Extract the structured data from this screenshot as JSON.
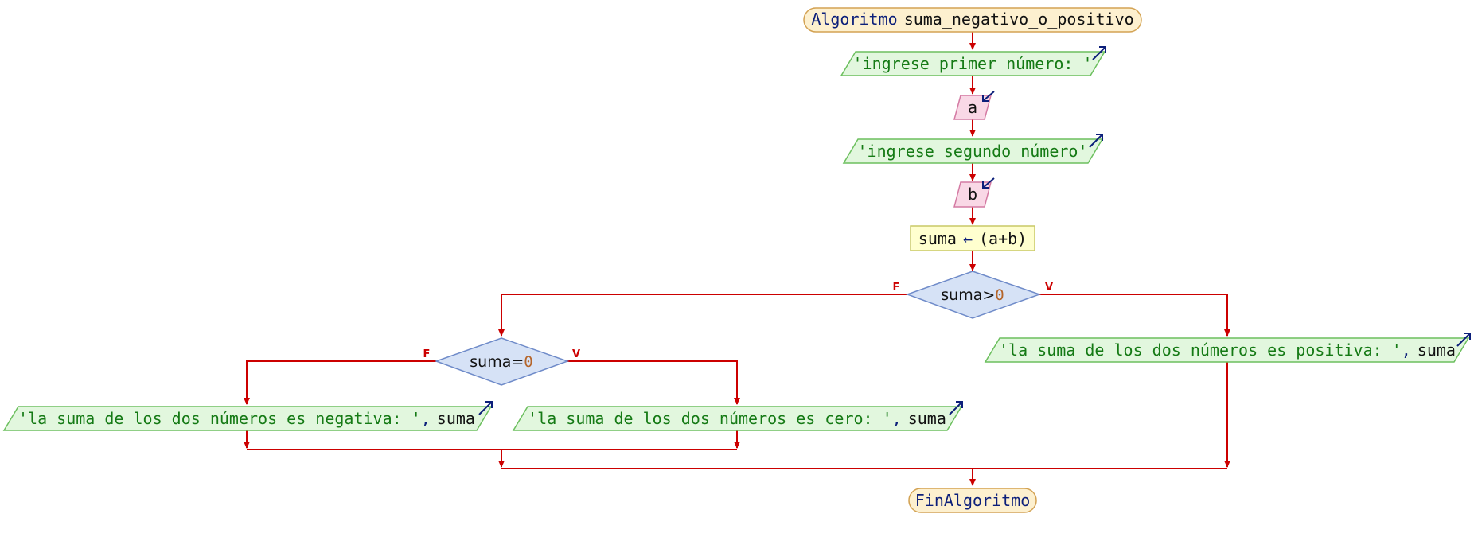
{
  "start": {
    "keyword": "Algoritmo",
    "name": "suma_negativo_o_positivo"
  },
  "output1": {
    "text": "'ingrese primer número: '"
  },
  "input1": {
    "var": "a"
  },
  "output2": {
    "text": "'ingrese segundo número'"
  },
  "input2": {
    "var": "b"
  },
  "assign": {
    "target": "suma",
    "arrow": "←",
    "expr": "(a+b)"
  },
  "decision1": {
    "var": "suma",
    "op": ">",
    "value": "0",
    "false_label": "F",
    "true_label": "V"
  },
  "decision2": {
    "var": "suma",
    "op": "=",
    "value": "0",
    "false_label": "F",
    "true_label": "V"
  },
  "output_positive": {
    "text": "'la suma de los dos números es positiva: '",
    "sep": ",",
    "var": "suma"
  },
  "output_negative": {
    "text": "'la suma de los dos números es negativa: '",
    "sep": ",",
    "var": "suma"
  },
  "output_zero": {
    "text": "'la suma de los dos números es cero: '",
    "sep": ",",
    "var": "suma"
  },
  "end": {
    "keyword": "FinAlgoritmo"
  },
  "colors": {
    "flow_line": "#cc0000",
    "terminal_fill": "#fdf0cf",
    "io_fill": "#e2f7de",
    "input_fill": "#f9d8e6",
    "assign_fill": "#ffffcf",
    "decision_fill": "#d6e2f6",
    "keyword": "#0c1f7a",
    "string": "#157a15",
    "number": "#b5652a"
  }
}
